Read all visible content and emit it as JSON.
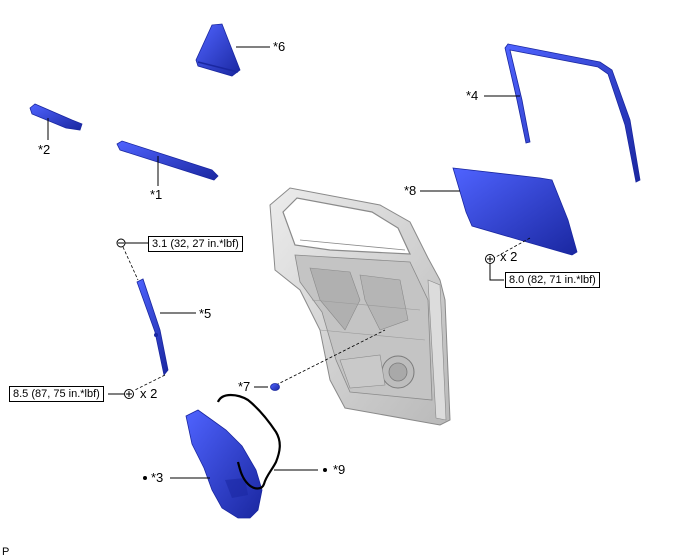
{
  "parts": [
    {
      "id": "p1",
      "label": "*1"
    },
    {
      "id": "p2",
      "label": "*2"
    },
    {
      "id": "p3",
      "label": "*3"
    },
    {
      "id": "p4",
      "label": "*4"
    },
    {
      "id": "p5",
      "label": "*5"
    },
    {
      "id": "p6",
      "label": "*6"
    },
    {
      "id": "p7",
      "label": "*7"
    },
    {
      "id": "p8",
      "label": "*8"
    },
    {
      "id": "p9",
      "label": "*9"
    }
  ],
  "torques": [
    {
      "id": "t_top_bolt",
      "text": "3.1 (32, 27 in.*lbf)"
    },
    {
      "id": "t_glass_bolt",
      "text": "8.0 (82, 71 in.*lbf)"
    },
    {
      "id": "t_channel_bolt",
      "text": "8.5 (87, 75 in.*lbf)"
    }
  ],
  "quantities": [
    {
      "id": "q_glass",
      "text": "x 2"
    },
    {
      "id": "q_channel",
      "text": "x 2"
    }
  ],
  "footer": {
    "code": "P"
  },
  "colors": {
    "part_blue": "#2b3fd6",
    "part_blue_dark": "#1a27a0",
    "part_blue_light": "#4f63ff",
    "door_gray": "#d6d6d6",
    "door_stroke": "#8a8a8a",
    "line": "#000000"
  }
}
